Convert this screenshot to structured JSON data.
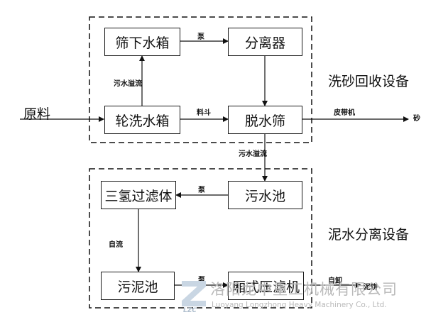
{
  "diagram": {
    "groups": {
      "sand_washing": "洗砂回收设备",
      "mud_separation": "泥水分离设备"
    },
    "nodes": {
      "sieve_tank": "筛下水箱",
      "separator": "分离器",
      "wheel_tank": "轮洗水箱",
      "dewater_screen": "脱水筛",
      "filter_body": "三氢过滤体",
      "sewage_pool": "污水池",
      "sludge_pool": "污泥池",
      "filter_press": "厢式压滤机"
    },
    "inputs": {
      "raw": "原料"
    },
    "edge_labels": {
      "pump1": "泵",
      "overflow1": "污水溢流",
      "material": "料斗",
      "belt": "皮带机",
      "sand": "砂",
      "overflow2": "污水溢流",
      "pump2": "泵",
      "gravity": "自流",
      "pump3": "泵",
      "unload": "自卸",
      "mud_cake": "泥饼"
    }
  },
  "watermark": {
    "company_cn": "洛阳龙中重工机械有限公司",
    "company_en": "Luoyang Longzhong Heavy Machinery Co., Ltd."
  }
}
